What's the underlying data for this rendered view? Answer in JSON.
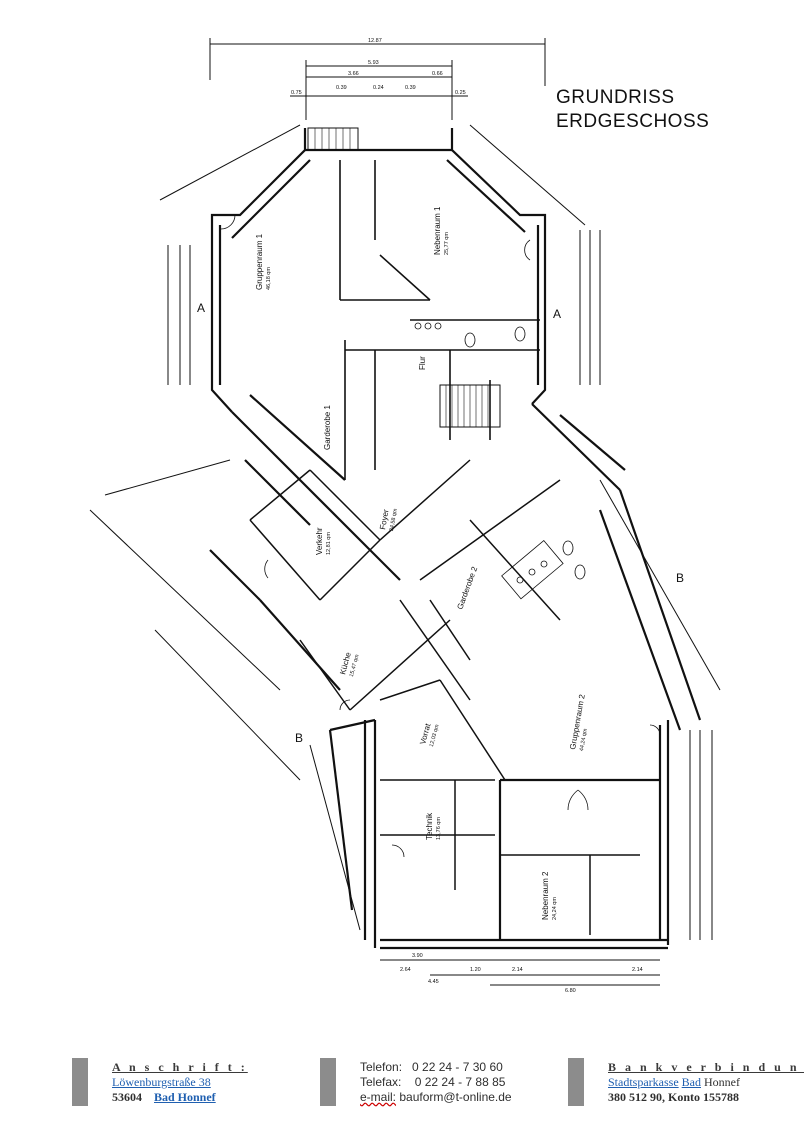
{
  "title": {
    "line1": "GRUNDRISS",
    "line2": "ERDGESCHOSS"
  },
  "top_dimensions": {
    "overall": "12.87",
    "row2": "5.93",
    "row3_a": "3.66",
    "row3_b": "0.66",
    "row4_a": "0.75",
    "row4_b": "0.39",
    "row4_c": "0.24",
    "row4_d": "0.39",
    "row4_e": "0.25"
  },
  "rooms": [
    {
      "name": "Gruppenraum 1",
      "area": "46,18 qm"
    },
    {
      "name": "Nebenraum 1",
      "area": "25,77 qm"
    },
    {
      "name": "Garderobe 1",
      "area": ""
    },
    {
      "name": "Flur",
      "area": ""
    },
    {
      "name": "Verkehr",
      "area": "12,81 qm"
    },
    {
      "name": "Foyer",
      "area": "24,58 qm"
    },
    {
      "name": "Küche",
      "area": "15,47 qm"
    },
    {
      "name": "Vorrat",
      "area": "12,03 qm"
    },
    {
      "name": "Gruppenraum 2",
      "area": "44,24 qm"
    },
    {
      "name": "Garderobe 2",
      "area": ""
    },
    {
      "name": "Technik",
      "area": "13,76 qm"
    },
    {
      "name": "Nebenraum 2",
      "area": "24,24 qm"
    }
  ],
  "bottom_dimensions": {
    "a": "3.90",
    "b": "2.64",
    "c": "4.45",
    "d": "1.20",
    "e": "6.80",
    "f": "2.14",
    "g": "2.14"
  },
  "axis_labels": {
    "a": "A",
    "b": "B"
  },
  "footer": {
    "address": {
      "heading": "A n s c h r i f t :",
      "street": "Löwenburgstraße 38",
      "zip": "53604",
      "city": "Bad Honnef"
    },
    "contact": {
      "phone_label": "Telefon:",
      "phone": "0 22 24 - 7 30 60",
      "fax_label": "Telefax:",
      "fax": "0 22 24 - 7 88 85",
      "email_label": "e-mail:",
      "email": "bauform@t-online.de"
    },
    "bank": {
      "heading": "B a n k v e r b i n d u n g :",
      "bank_name_a": "Stadtsparkasse",
      "bank_name_b": "Bad",
      "bank_name_c": "Honnef",
      "account": "380 512 90, Konto 155788"
    }
  }
}
